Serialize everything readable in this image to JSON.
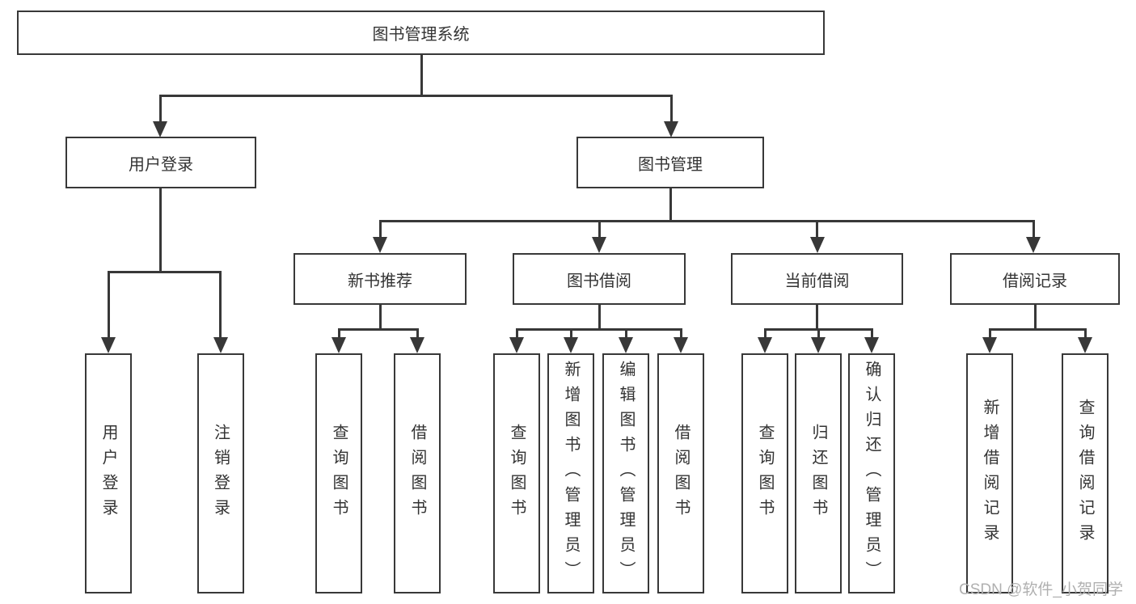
{
  "diagram": {
    "root": "图书管理系统",
    "level2": {
      "user_login": "用户登录",
      "book_management": "图书管理"
    },
    "level3": {
      "new_book_recommend": "新书推荐",
      "book_borrow": "图书借阅",
      "current_borrow": "当前借阅",
      "borrow_records": "借阅记录"
    },
    "leaves": {
      "user_login": [
        "用户登录",
        "注销登录"
      ],
      "new_book_recommend": [
        "查询图书",
        "借阅图书"
      ],
      "book_borrow": [
        "查询图书",
        "新增图书（管理员）",
        "编辑图书（管理员）",
        "借阅图书"
      ],
      "current_borrow": [
        "查询图书",
        "归还图书",
        "确认归还（管理员）"
      ],
      "borrow_records": [
        "新增借阅记录",
        "查询借阅记录"
      ]
    }
  },
  "watermark": {
    "text": "CSDN @软件_小贺同学"
  },
  "colors": {
    "line": "#383838",
    "text": "#333333",
    "watermark": "#b0b0b0",
    "background": "#ffffff"
  }
}
